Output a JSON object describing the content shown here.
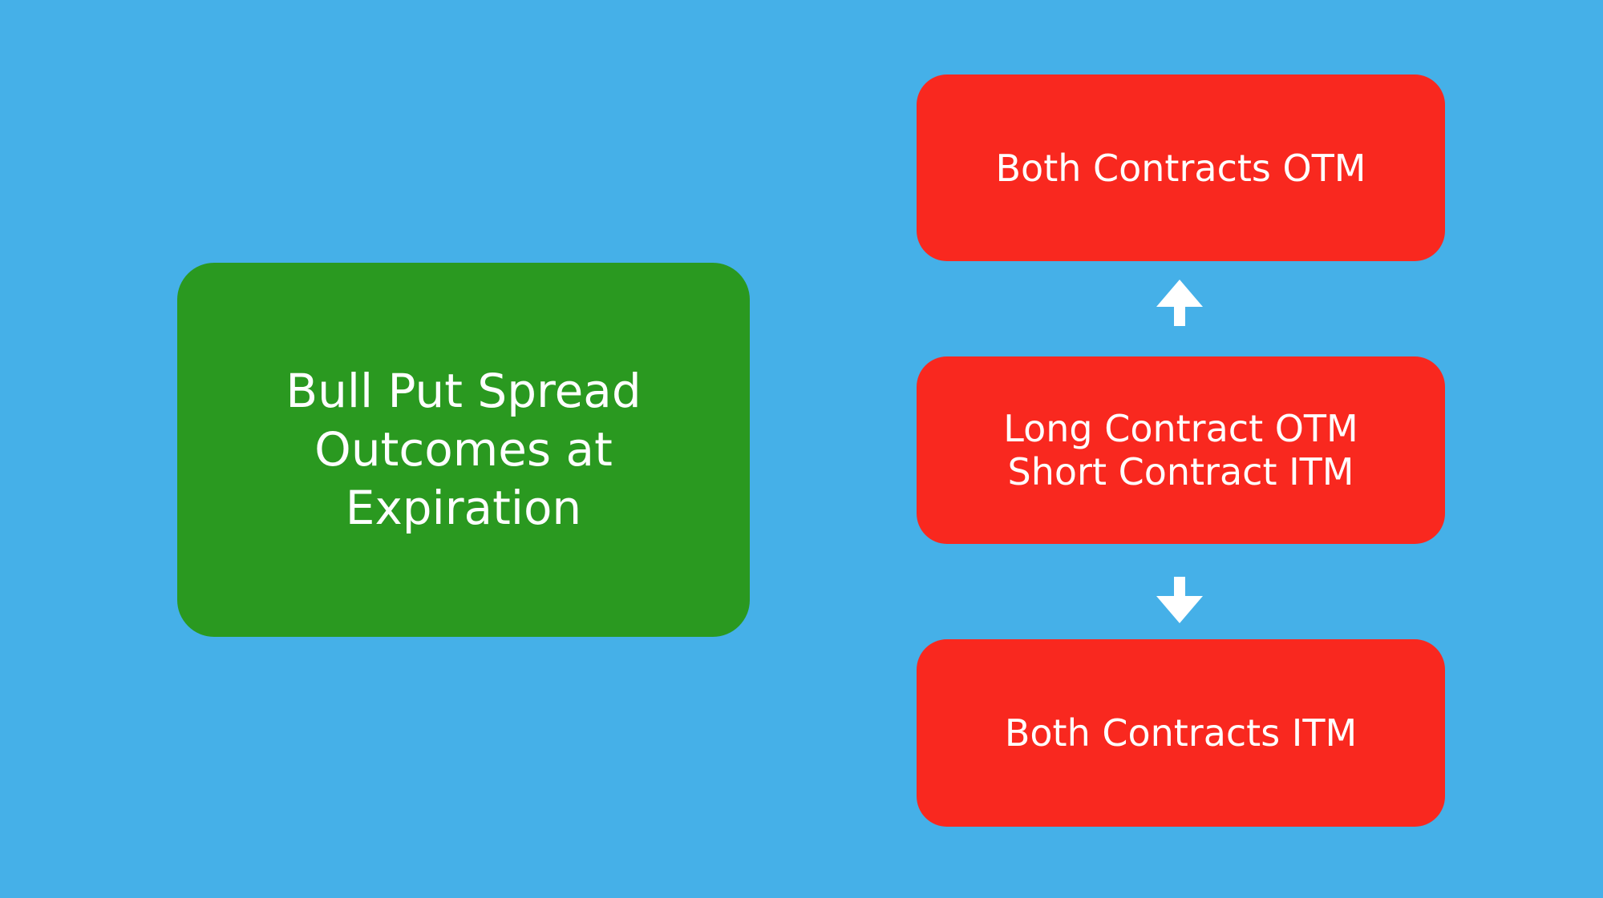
{
  "canvas": {
    "background_color": "#45B0E8"
  },
  "colors": {
    "background": "#45B0E8",
    "title_box_green": "#2A9920",
    "outcome_box_red": "#F9281F",
    "text_white": "#FFFFFF",
    "arrow_white": "#FFFFFF"
  },
  "title_box": {
    "text": "Bull Put Spread Outcomes at Expiration",
    "lines": [
      "Bull Put Spread",
      "Outcomes at",
      "Expiration"
    ]
  },
  "flow": {
    "boxes": [
      {
        "id": "both-contracts-otm",
        "text": "Both Contracts OTM",
        "lines": [
          "Both Contracts OTM"
        ]
      },
      {
        "id": "long-otm-short-itm",
        "text": "Long Contract OTM Short Contract ITM",
        "lines": [
          "Long Contract OTM",
          "Short Contract ITM"
        ]
      },
      {
        "id": "both-contracts-itm",
        "text": "Both Contracts ITM",
        "lines": [
          "Both Contracts ITM"
        ]
      }
    ],
    "arrows": [
      {
        "direction": "up",
        "meaning": "from middle outcome toward Both Contracts OTM"
      },
      {
        "direction": "down",
        "meaning": "from middle outcome toward Both Contracts ITM"
      }
    ]
  }
}
